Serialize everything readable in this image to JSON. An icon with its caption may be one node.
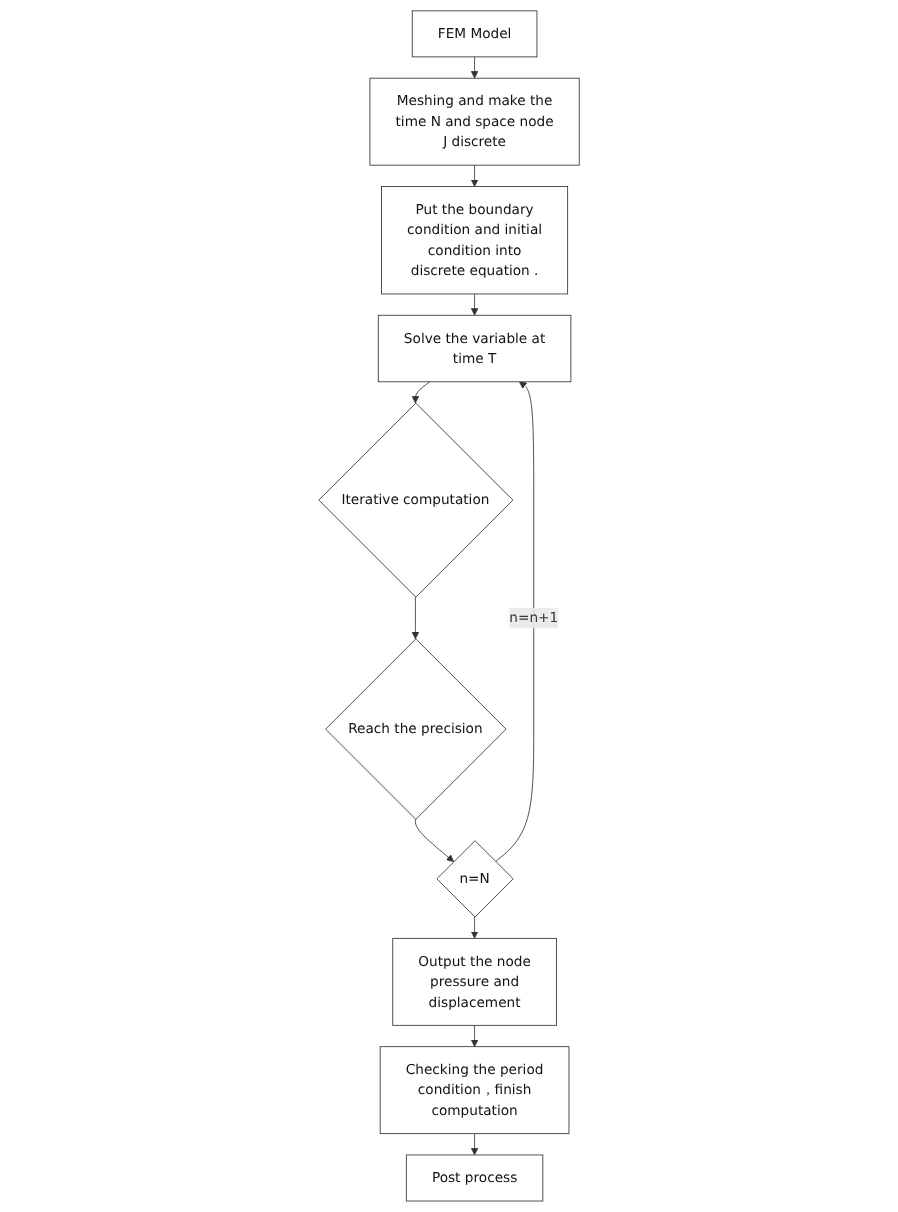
{
  "diagram": {
    "nodes": [
      {
        "text": [
          "FEM Model"
        ]
      },
      {
        "text": [
          "Meshing and make the time N and space node J discrete"
        ]
      },
      {
        "text": [
          "Put the boundary condition and initial condition into discrete equation ."
        ]
      },
      {
        "text": [
          "Solve the variable at time T"
        ]
      },
      {
        "text": [
          "Iterative computation"
        ]
      },
      {
        "text": [
          "Reach the precision"
        ]
      },
      {
        "text": [
          "n=N"
        ]
      },
      {
        "text": [
          "Output the node pressure and displacement"
        ]
      },
      {
        "text": [
          "Checking the period condition，finish computation"
        ]
      },
      {
        "text": [
          "Post process"
        ]
      }
    ],
    "edges": [
      {
        "from": 0,
        "to": 1,
        "arrow": "to"
      },
      {
        "from": 1,
        "to": 2,
        "arrow": "to"
      },
      {
        "from": 2,
        "to": 3,
        "arrow": "to"
      },
      {
        "from": 3,
        "to": 4,
        "arrow": "to"
      },
      {
        "from": 4,
        "to": 5,
        "arrow": "to"
      },
      {
        "from": 5,
        "to": 6,
        "arrow": "to"
      },
      {
        "from": 6,
        "to": 7,
        "arrow": "to"
      },
      {
        "from": 7,
        "to": 8,
        "arrow": "to"
      },
      {
        "from": 8,
        "to": 9,
        "arrow": "to"
      },
      {
        "from": 6,
        "to": 3,
        "label": "n=n+1",
        "arrow": "to"
      }
    ]
  }
}
